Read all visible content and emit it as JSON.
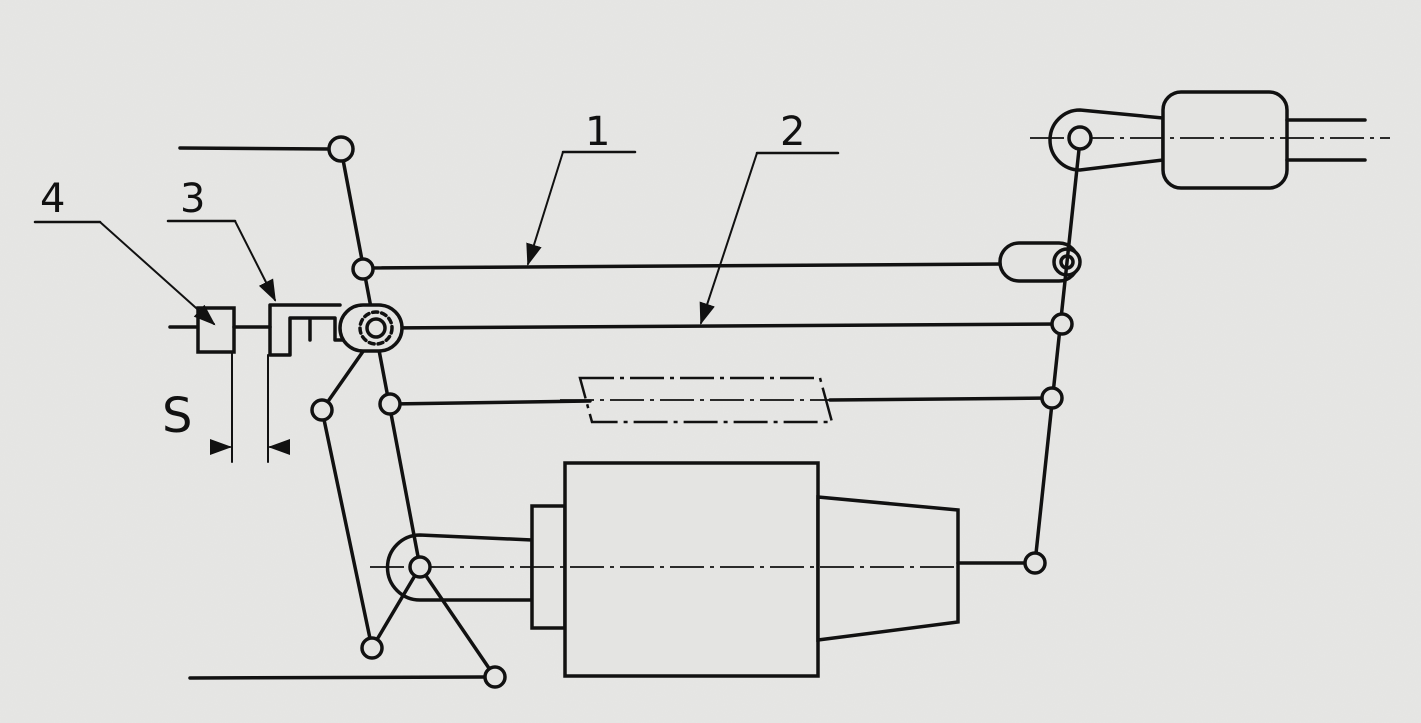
{
  "diagram": {
    "labels": {
      "part1": "1",
      "part2": "2",
      "part3": "3",
      "part4": "4",
      "gap": "S"
    },
    "colors": {
      "ink": "#111111",
      "paper": "#e4e4e2"
    }
  }
}
